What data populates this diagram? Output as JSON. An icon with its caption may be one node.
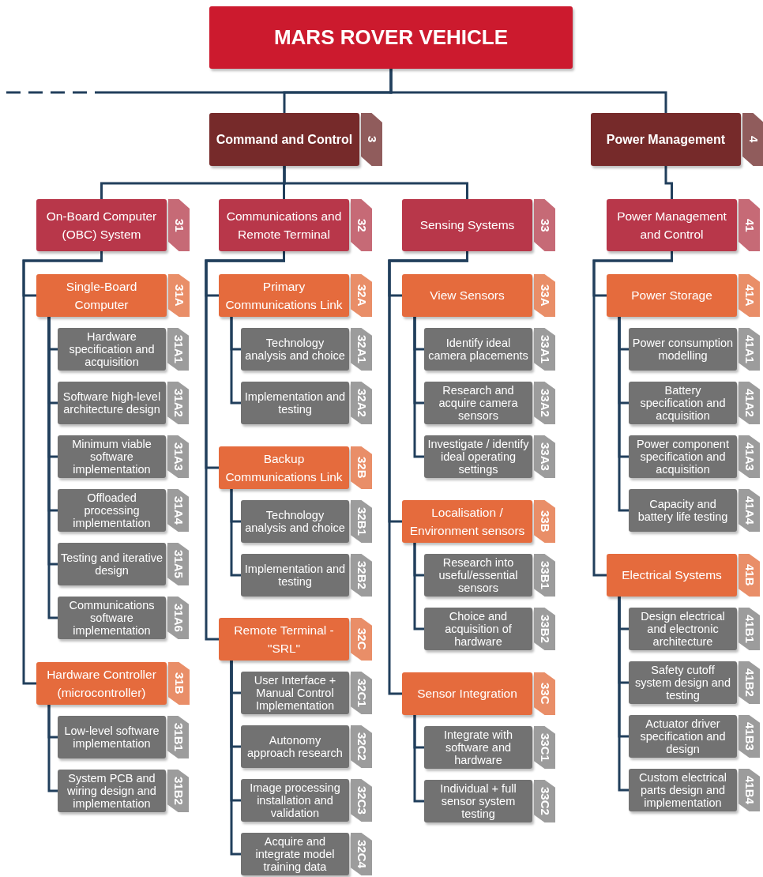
{
  "diagram": {
    "nodes": [
      {
        "text": [
          "MARS ROVER VEHICLE"
        ]
      },
      {
        "text": [
          "Command and Control",
          "3"
        ]
      },
      {
        "text": [
          "Power Management",
          "4"
        ]
      },
      {
        "text": [
          "On-Board Computer (OBC) System",
          "31"
        ]
      },
      {
        "text": [
          "Single-Board Computer",
          "31A"
        ]
      },
      {
        "text": [
          "Hardware specification and acquisition",
          "31A1"
        ]
      },
      {
        "text": [
          "Software high-level architecture design",
          "31A2"
        ]
      },
      {
        "text": [
          "Minimum viable software implementation",
          "31A3"
        ]
      },
      {
        "text": [
          "Offloaded processing implementation",
          "31A4"
        ]
      },
      {
        "text": [
          "Testing and iterative design",
          "31A5"
        ]
      },
      {
        "text": [
          "Communications software implementation",
          "31A6"
        ]
      },
      {
        "text": [
          "Hardware Controller (microcontroller)",
          "31B"
        ]
      },
      {
        "text": [
          "Low-level software implementation",
          "31B1"
        ]
      },
      {
        "text": [
          "System PCB and wiring design and implementation",
          "31B2"
        ]
      },
      {
        "text": [
          "Communications and Remote Terminal",
          "32"
        ]
      },
      {
        "text": [
          "Primary Communications Link",
          "32A"
        ]
      },
      {
        "text": [
          "Technology analysis and choice",
          "32A1"
        ]
      },
      {
        "text": [
          "Implementation and testing",
          "32A2"
        ]
      },
      {
        "text": [
          "Backup Communications Link",
          "32B"
        ]
      },
      {
        "text": [
          "Technology analysis and choice",
          "32B1"
        ]
      },
      {
        "text": [
          "Implementation and testing",
          "32B2"
        ]
      },
      {
        "text": [
          "Remote Terminal - \"SRL\"",
          "32C"
        ]
      },
      {
        "text": [
          "User Interface + Manual Control Implementation",
          "32C1"
        ]
      },
      {
        "text": [
          "Autonomy approach research",
          "32C2"
        ]
      },
      {
        "text": [
          "Image processing installation and validation",
          "32C3"
        ]
      },
      {
        "text": [
          "Acquire and integrate model training data",
          "32C4"
        ]
      },
      {
        "text": [
          "Sensing Systems",
          "33"
        ]
      },
      {
        "text": [
          "View Sensors",
          "33A"
        ]
      },
      {
        "text": [
          "Identify ideal camera placements",
          "33A1"
        ]
      },
      {
        "text": [
          "Research and acquire camera sensors",
          "33A2"
        ]
      },
      {
        "text": [
          "Investigate / identify ideal operating settings",
          "33A3"
        ]
      },
      {
        "text": [
          "Localisation / Environment sensors",
          "33B"
        ]
      },
      {
        "text": [
          "Research into useful/essential sensors",
          "33B1"
        ]
      },
      {
        "text": [
          "Choice and acquisition of hardware",
          "33B2"
        ]
      },
      {
        "text": [
          "Sensor Integration",
          "33C"
        ]
      },
      {
        "text": [
          "Integrate with software and hardware",
          "33C1"
        ]
      },
      {
        "text": [
          "Individual + full sensor system testing",
          "33C2"
        ]
      },
      {
        "text": [
          "Power Management and Control",
          "41"
        ]
      },
      {
        "text": [
          "Power Storage",
          "41A"
        ]
      },
      {
        "text": [
          "Power consumption modelling",
          "41A1"
        ]
      },
      {
        "text": [
          "Battery specification and acquisition",
          "41A2"
        ]
      },
      {
        "text": [
          "Power component specification and acquisition",
          "41A3"
        ]
      },
      {
        "text": [
          "Capacity and battery life testing",
          "41A4"
        ]
      },
      {
        "text": [
          "Electrical Systems",
          "41B"
        ]
      },
      {
        "text": [
          "Design electrical and electronic architecture",
          "41B1"
        ]
      },
      {
        "text": [
          "Safety cutoff system design and testing",
          "41B2"
        ]
      },
      {
        "text": [
          "Actuator driver specification and design",
          "41B3"
        ]
      },
      {
        "text": [
          "Custom electrical parts design and implementation",
          "41B4"
        ]
      }
    ],
    "edges": [
      {
        "from": 0,
        "to": 1,
        "arrow": "none"
      },
      {
        "from": 0,
        "to": 2,
        "arrow": "none"
      },
      {
        "from": 0,
        "to": null,
        "arrow": "none",
        "style": "dashed"
      },
      {
        "from": 1,
        "to": 3,
        "arrow": "none"
      },
      {
        "from": 1,
        "to": 14,
        "arrow": "none"
      },
      {
        "from": 1,
        "to": 26,
        "arrow": "none"
      },
      {
        "from": 2,
        "to": 37,
        "arrow": "none"
      },
      {
        "from": 3,
        "to": 4,
        "arrow": "none"
      },
      {
        "from": 3,
        "to": 11,
        "arrow": "none"
      },
      {
        "from": 4,
        "to": 5,
        "arrow": "none"
      },
      {
        "from": 4,
        "to": 6,
        "arrow": "none"
      },
      {
        "from": 4,
        "to": 7,
        "arrow": "none"
      },
      {
        "from": 4,
        "to": 8,
        "arrow": "none"
      },
      {
        "from": 4,
        "to": 9,
        "arrow": "none"
      },
      {
        "from": 4,
        "to": 10,
        "arrow": "none"
      },
      {
        "from": 11,
        "to": 12,
        "arrow": "none"
      },
      {
        "from": 11,
        "to": 13,
        "arrow": "none"
      },
      {
        "from": 14,
        "to": 15,
        "arrow": "none"
      },
      {
        "from": 14,
        "to": 18,
        "arrow": "none"
      },
      {
        "from": 14,
        "to": 21,
        "arrow": "none"
      },
      {
        "from": 15,
        "to": 16,
        "arrow": "none"
      },
      {
        "from": 15,
        "to": 17,
        "arrow": "none"
      },
      {
        "from": 18,
        "to": 19,
        "arrow": "none"
      },
      {
        "from": 18,
        "to": 20,
        "arrow": "none"
      },
      {
        "from": 21,
        "to": 22,
        "arrow": "none"
      },
      {
        "from": 21,
        "to": 23,
        "arrow": "none"
      },
      {
        "from": 21,
        "to": 24,
        "arrow": "none"
      },
      {
        "from": 21,
        "to": 25,
        "arrow": "none"
      },
      {
        "from": 26,
        "to": 27,
        "arrow": "none"
      },
      {
        "from": 26,
        "to": 31,
        "arrow": "none"
      },
      {
        "from": 26,
        "to": 34,
        "arrow": "none"
      },
      {
        "from": 27,
        "to": 28,
        "arrow": "none"
      },
      {
        "from": 27,
        "to": 29,
        "arrow": "none"
      },
      {
        "from": 27,
        "to": 30,
        "arrow": "none"
      },
      {
        "from": 31,
        "to": 32,
        "arrow": "none"
      },
      {
        "from": 31,
        "to": 33,
        "arrow": "none"
      },
      {
        "from": 34,
        "to": 35,
        "arrow": "none"
      },
      {
        "from": 34,
        "to": 36,
        "arrow": "none"
      },
      {
        "from": 37,
        "to": 38,
        "arrow": "none"
      },
      {
        "from": 37,
        "to": 43,
        "arrow": "none"
      },
      {
        "from": 38,
        "to": 39,
        "arrow": "none"
      },
      {
        "from": 38,
        "to": 40,
        "arrow": "none"
      },
      {
        "from": 38,
        "to": 41,
        "arrow": "none"
      },
      {
        "from": 38,
        "to": 42,
        "arrow": "none"
      },
      {
        "from": 43,
        "to": 44,
        "arrow": "none"
      },
      {
        "from": 43,
        "to": 45,
        "arrow": "none"
      },
      {
        "from": 43,
        "to": 46,
        "arrow": "none"
      },
      {
        "from": 43,
        "to": 47,
        "arrow": "none"
      }
    ]
  }
}
